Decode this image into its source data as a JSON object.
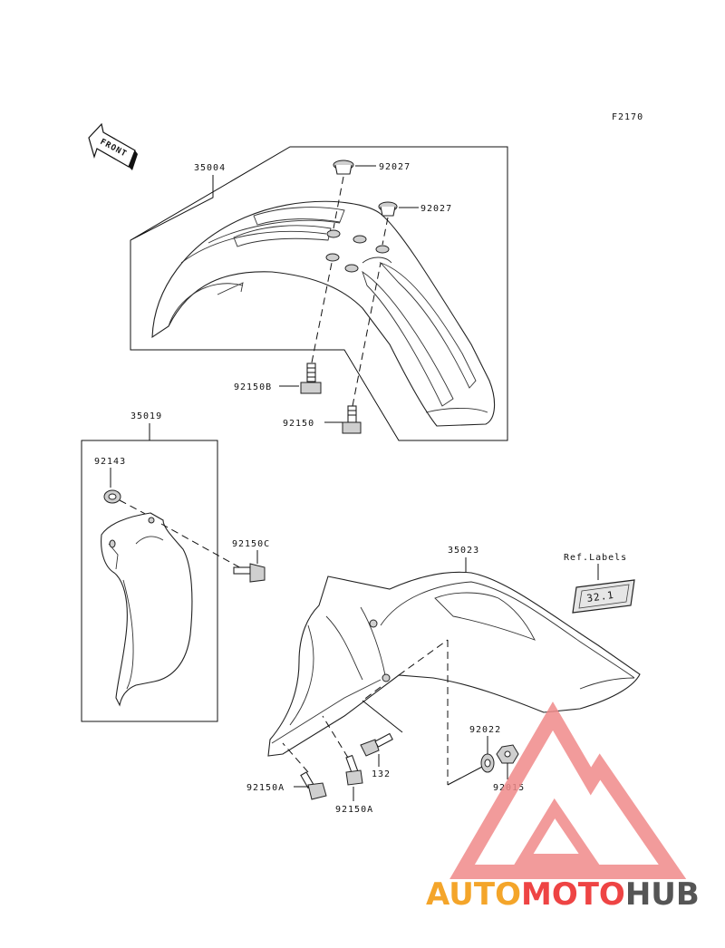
{
  "diagram": {
    "figure_code": "F2170",
    "front_label": "FRONT",
    "parts": {
      "front_fender": "35004",
      "rubber_top_a": "92027",
      "rubber_top_b": "92027",
      "bolt_b": "92150B",
      "bolt_plain": "92150",
      "mud_flap": "35019",
      "grommet": "92143",
      "bolt_c": "92150C",
      "rear_fender": "35023",
      "ref_labels": "Ref.Labels",
      "label_code": "32.1",
      "washer": "92022",
      "nut": "92015",
      "bolt_132": "132",
      "bolt_a_left": "92150A",
      "bolt_a_right": "92150A"
    }
  },
  "watermark": {
    "text_part1": "AUTO",
    "text_part2": "MOTO",
    "text_part3": "HUB",
    "colors": {
      "orange": "#f4a52a",
      "red": "#ee4444",
      "grey": "#555555",
      "triangle": "#f08a8a"
    }
  }
}
